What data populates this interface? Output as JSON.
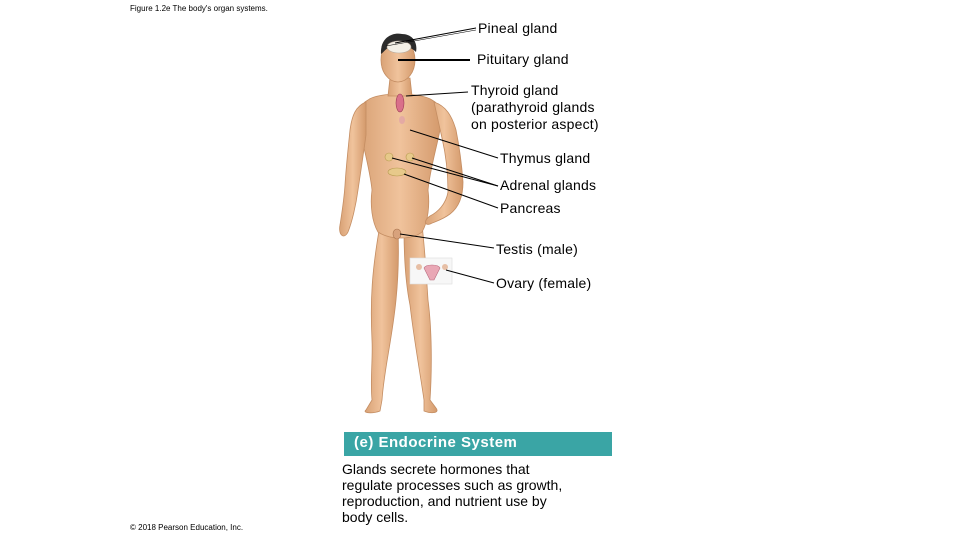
{
  "figure_caption": "Figure 1.2e The body's organ systems.",
  "copyright": "© 2018 Pearson Education, Inc.",
  "labels": {
    "pineal": "Pineal gland",
    "pituitary": "Pituitary gland",
    "thyroid": [
      "Thyroid gland",
      "(parathyroid glands",
      "on posterior aspect)"
    ],
    "thymus": "Thymus gland",
    "adrenal": "Adrenal glands",
    "pancreas": "Pancreas",
    "testis": "Testis (male)",
    "ovary": "Ovary (female)"
  },
  "system_title": "(e) Endocrine System",
  "description": [
    "Glands secrete hormones that",
    "regulate processes such as growth,",
    "reproduction, and nutrient use by",
    "body cells."
  ],
  "colors": {
    "banner": "#3aa5a5",
    "skin": "#e9b98f",
    "skin_shadow": "#c98e62",
    "hair": "#2b2b2b",
    "gland": "#e7c98a",
    "thyroid": "#d9708a"
  }
}
